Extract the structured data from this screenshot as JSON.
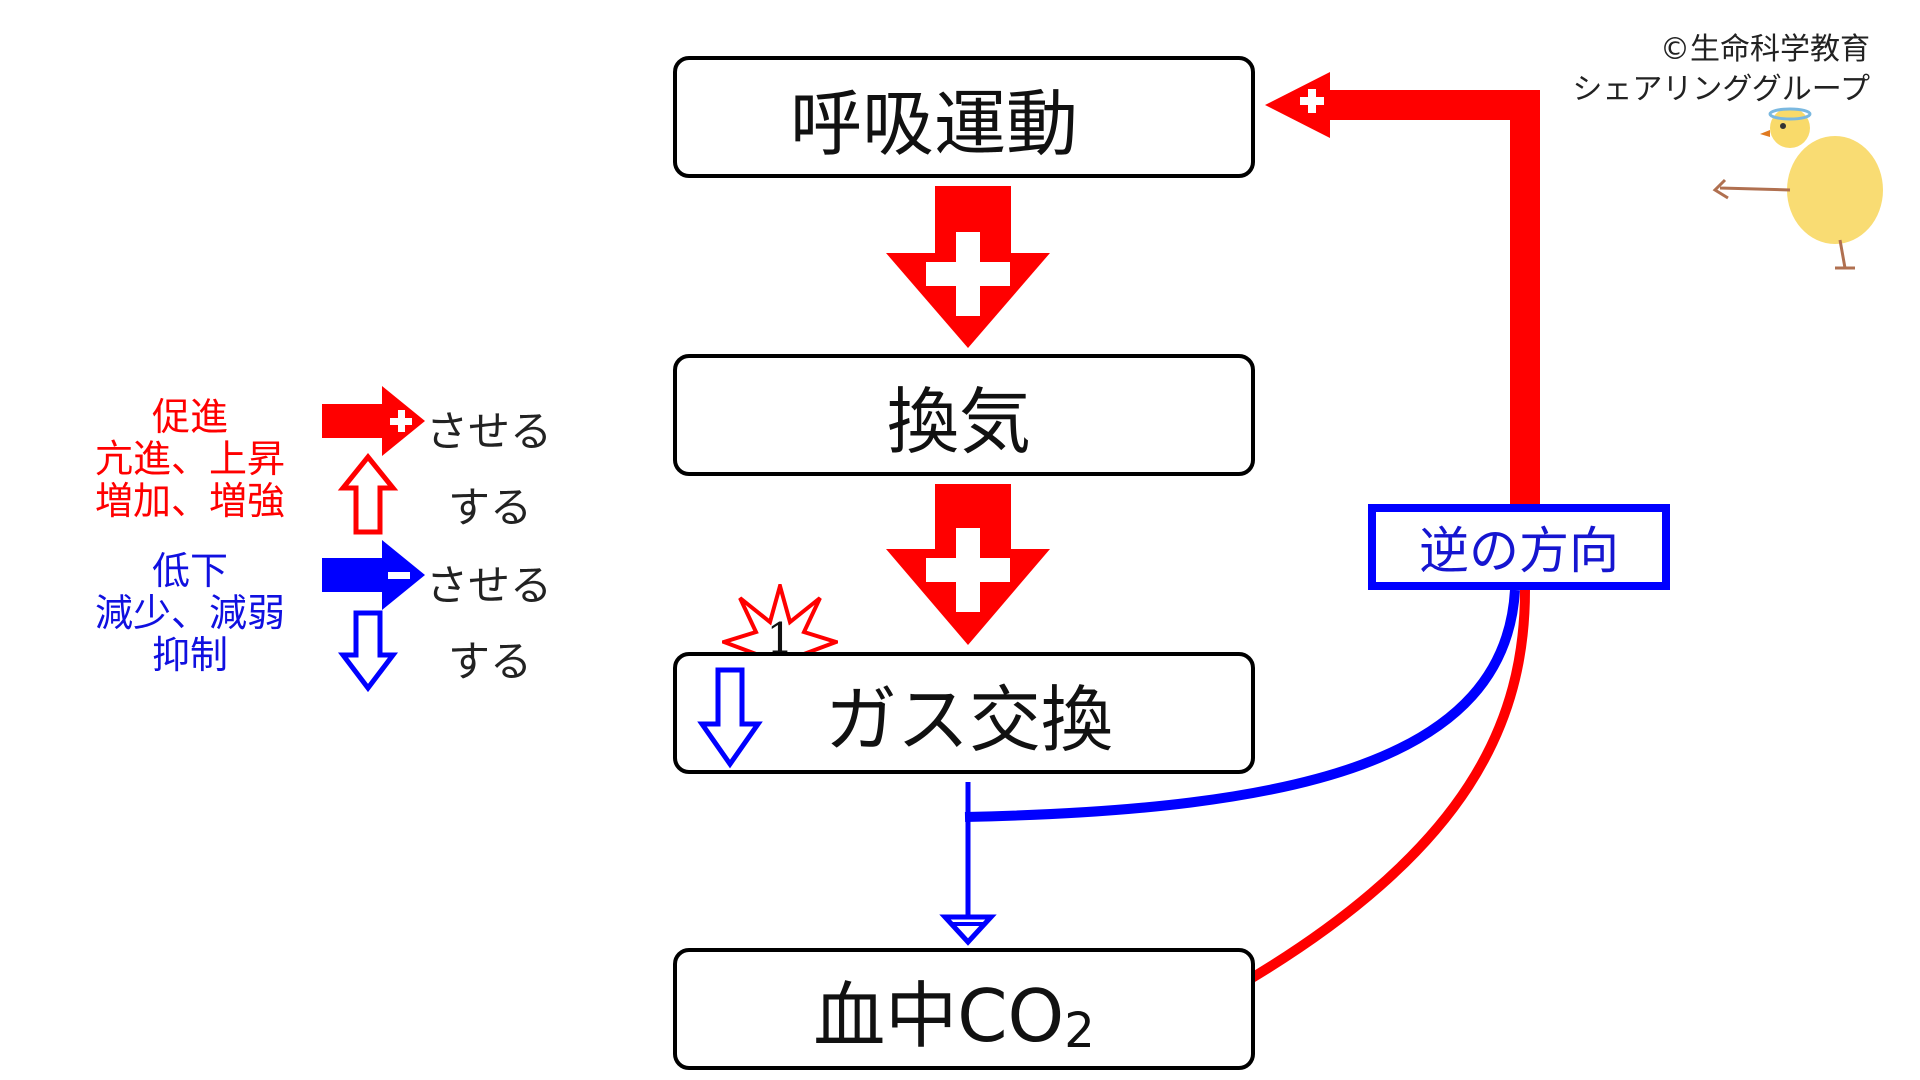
{
  "boxes": {
    "respiratory_movement": "呼吸運動",
    "ventilation": "換気",
    "gas_exchange": "ガス交換",
    "blood_co2_main": "血中CO",
    "blood_co2_sub": "2"
  },
  "reverse_label": "逆の方向",
  "burst_number": "1",
  "copyright": {
    "line1": "©生命科学教育",
    "line2": "シェアリンググループ"
  },
  "legend": {
    "promote_label": "促進",
    "increase_line1": "亢進、上昇",
    "increase_line2": "増加、増強",
    "decrease_line1": "低下",
    "decrease_line2": "減少、減弱",
    "decrease_line3": "抑制",
    "causes_1": "させる",
    "does_1": "する",
    "causes_2": "させる",
    "does_2": "する"
  },
  "colors": {
    "promote": "#ff0000",
    "inhibit": "#0000ff",
    "box_border": "#000000"
  },
  "icons": [
    "plus-arrow-icon",
    "minus-arrow-icon",
    "hollow-up-arrow-icon",
    "hollow-down-arrow-icon",
    "burst-star-icon",
    "chick-illustration"
  ]
}
